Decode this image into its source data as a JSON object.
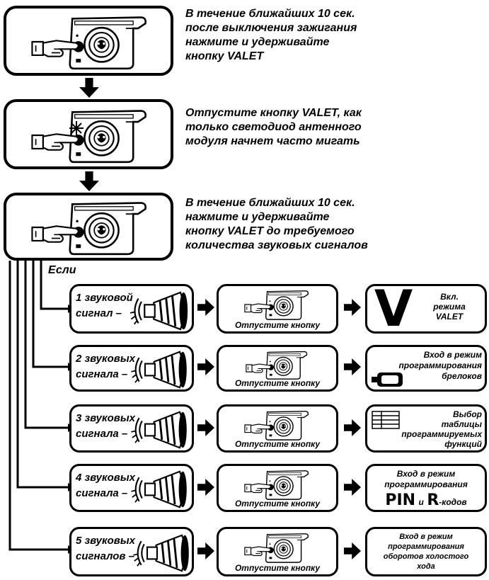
{
  "steps": [
    {
      "text_lines": [
        "В течение ближайших 10 сек.",
        "после выключения зажигания",
        "нажмите и удерживайте",
        "кнопку VALET"
      ]
    },
    {
      "text_lines": [
        "Отпустите кнопку VALET, как",
        "только светодиод антенного",
        "модуля начнет часто мигать"
      ]
    },
    {
      "text_lines": [
        "В течение ближайших 10 сек.",
        "нажмите и удерживайте",
        "кнопку VALET до требуемого",
        "количества звуковых сигналов"
      ]
    }
  ],
  "if_label": "Если",
  "release_label": "Отпустите кнопку",
  "branches": [
    {
      "signal_line1": "1 звуковой",
      "signal_line2": "сигнал –",
      "result_lines": [
        "Вкл.",
        "режима",
        "VALET"
      ],
      "result_icon": "V",
      "icon_name": "valet-v-icon"
    },
    {
      "signal_line1": "2 звуковых",
      "signal_line2": "сигнала –",
      "result_lines": [
        "Вход в режим",
        "программирования",
        "брелоков"
      ],
      "icon_name": "keyfob-icon"
    },
    {
      "signal_line1": "3 звуковых",
      "signal_line2": "сигнала –",
      "result_lines": [
        "Выбор",
        "таблицы",
        "программируемых",
        "функций"
      ],
      "icon_name": "table-icon"
    },
    {
      "signal_line1": "4 звуковых",
      "signal_line2": "сигнала –",
      "result_lines": [
        "Вход в режим",
        "программирования"
      ],
      "result_pin": "PIN",
      "result_and": "и",
      "result_r": "R",
      "result_codes": "-кодов",
      "icon_name": "pin-r-icon"
    },
    {
      "signal_line1": "5 звуковых",
      "signal_line2": "сигналов –",
      "result_lines": [
        "Вход в режим",
        "программирования",
        "оборотов холостого",
        "хода"
      ],
      "icon_name": "none"
    }
  ]
}
